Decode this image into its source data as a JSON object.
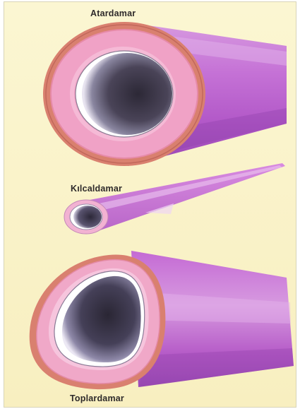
{
  "vessels": [
    {
      "id": "artery",
      "label": "Atardamar"
    },
    {
      "id": "capillary",
      "label": "Kılcaldamar"
    },
    {
      "id": "vein",
      "label": "Toplardamar"
    }
  ],
  "colors": {
    "background": "#faf3c8",
    "outer_layer": "#d98070",
    "middle_layer": "#f2a6c8",
    "vessel_body": "#c86ad8",
    "lumen": "#3a3446",
    "intima": "#ffffff"
  }
}
